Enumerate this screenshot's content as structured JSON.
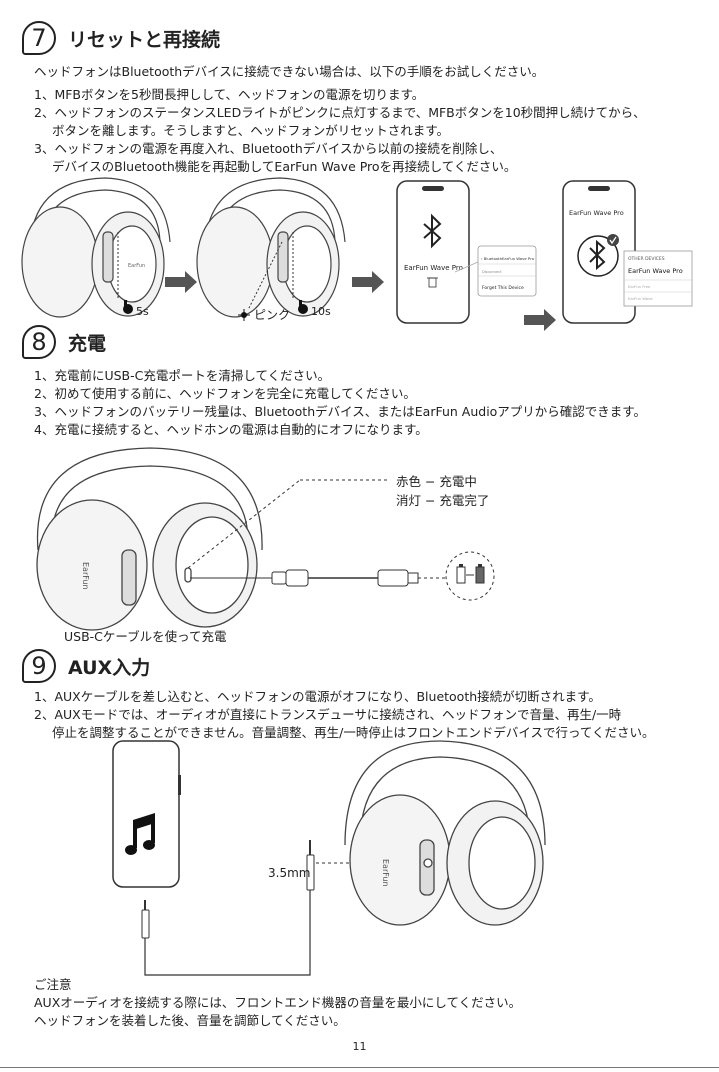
{
  "s7": {
    "num": "7",
    "title": "リセットと再接続",
    "intro": "ヘッドフォンはBluetoothデバイスに接続できない場合は、以下の手順をお試しください。",
    "steps": [
      "1、MFBボタンを5秒間長押しして、ヘッドフォンの電源を切ります。",
      "2、ヘッドフォンのステータンスLEDライトがピンクに点灯するまで、MFBボタンを10秒間押し続けてから、",
      "ボタンを離します。そうしますと、ヘッドフォンがリセットされます。",
      "3、ヘッドフォンの電源を再度入れ、Bluetoothデバイスから以前の接続を削除し、",
      "デバイスのBluetooth機能を再起動してEarFun Wave Proを再接続してください。"
    ],
    "fig": {
      "press1": "5s",
      "pink": "ピンク",
      "press2": "10s",
      "phone1_device": "EarFun Wave Pro",
      "popup_back": "‹ Bluetooth",
      "popup_title": "EarFun Wave Pro",
      "popup_disconnect": "Disconnect",
      "popup_forget": "Forget This Device",
      "phone2_device": "EarFun Wave Pro",
      "other_devices": "OTHER DEVICES",
      "other_1": "EarFun Wave Pro",
      "other_2": "EarFun Free",
      "other_3": "EarFun Wave"
    }
  },
  "s8": {
    "num": "8",
    "title": "充電",
    "steps": [
      "1、充電前にUSB-C充電ポートを清掃してください。",
      "2、初めて使用する前に、ヘッドフォンを完全に充電してください。",
      "3、ヘッドフォンのバッテリー残量は、Bluetoothデバイス、またはEarFun Audioアプリから確認できます。",
      "4、充電に接続すると、ヘッドホンの電源は自動的にオフになります。"
    ],
    "led_red": "赤色 − 充電中",
    "led_off": "消灯 − 充電完了",
    "caption": "USB-Cケーブルを使って充電",
    "brand": "EarFun"
  },
  "s9": {
    "num": "9",
    "title": "AUX入力",
    "steps": [
      "1、AUXケーブルを差し込むと、ヘッドフォンの電源がオフになり、Bluetooth接続が切断されます。",
      "2、AUXモードでは、オーディオが直接にトランスデューサに接続され、ヘッドフォンで音量、再生/一時",
      "停止を調整することができません。音量調整、再生/一時停止はフロントエンドデバイスで行ってください。"
    ],
    "jack": "3.5mm",
    "brand": "EarFun"
  },
  "note": {
    "title": "ご注意",
    "lines": [
      "AUXオーディオを接続する際には、フロントエンド機器の音量を最小にしてください。",
      "ヘッドフォンを装着した後、音量を調節してください。"
    ]
  },
  "page_number": "11"
}
